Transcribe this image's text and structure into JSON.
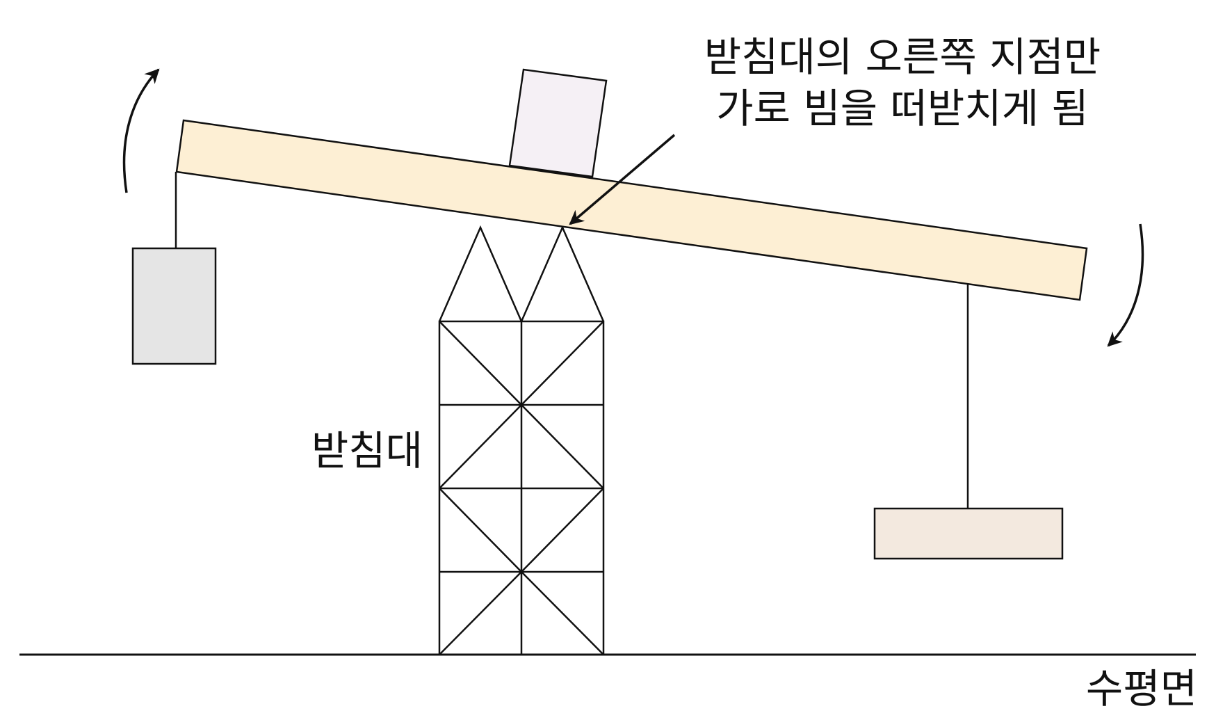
{
  "labels": {
    "callout_line1": "받침대의 오른쪽 지점만",
    "callout_line2": "가로 빔을 떠받치게 됨",
    "support": "받침대",
    "ground": "수평면"
  },
  "colors": {
    "beam_fill": "#fdefd4",
    "top_box_fill": "#f5f0f5",
    "left_weight_fill": "#e5e5e5",
    "right_weight_fill": "#f3e9df",
    "stroke": "#111111"
  }
}
